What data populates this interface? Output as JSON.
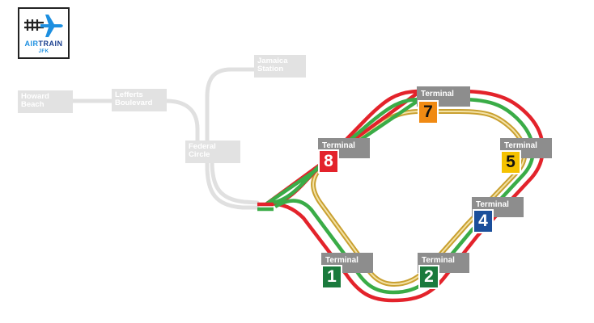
{
  "logo": {
    "brand_air": "AIR",
    "brand_train": "TRAIN",
    "sub": "JFK",
    "icon": "airplane-train-icon"
  },
  "stations": [
    {
      "id": "howard-beach",
      "line1": "Howard",
      "line2": "Beach"
    },
    {
      "id": "lefferts-boulevard",
      "line1": "Lefferts",
      "line2": "Boulevard"
    },
    {
      "id": "federal-circle",
      "line1": "Federal",
      "line2": "Circle"
    },
    {
      "id": "jamaica-station",
      "line1": "Jamaica",
      "line2": "Station"
    }
  ],
  "terminals": [
    {
      "id": "1",
      "label": "Terminal",
      "number": "1",
      "color": "#1a7a3c",
      "text_color": "#ffffff"
    },
    {
      "id": "2",
      "label": "Terminal",
      "number": "2",
      "color": "#1a7a3c",
      "text_color": "#ffffff"
    },
    {
      "id": "4",
      "label": "Terminal",
      "number": "4",
      "color": "#1b4f9b",
      "text_color": "#ffffff"
    },
    {
      "id": "5",
      "label": "Terminal",
      "number": "5",
      "color": "#f5c200",
      "text_color": "#111111"
    },
    {
      "id": "7",
      "label": "Terminal",
      "number": "7",
      "color": "#f08a13",
      "text_color": "#111111"
    },
    {
      "id": "8",
      "label": "Terminal",
      "number": "8",
      "color": "#e3232b",
      "text_color": "#ffffff"
    }
  ],
  "colors": {
    "line_red": "#e3232b",
    "line_green": "#3aac47",
    "line_gold": "#c9a030",
    "line_inactive": "#e0e0e0",
    "terminal_label_bg": "#8d8d8d",
    "station_label_bg": "#e2e2e2",
    "logo_blue": "#1d8fe0"
  }
}
